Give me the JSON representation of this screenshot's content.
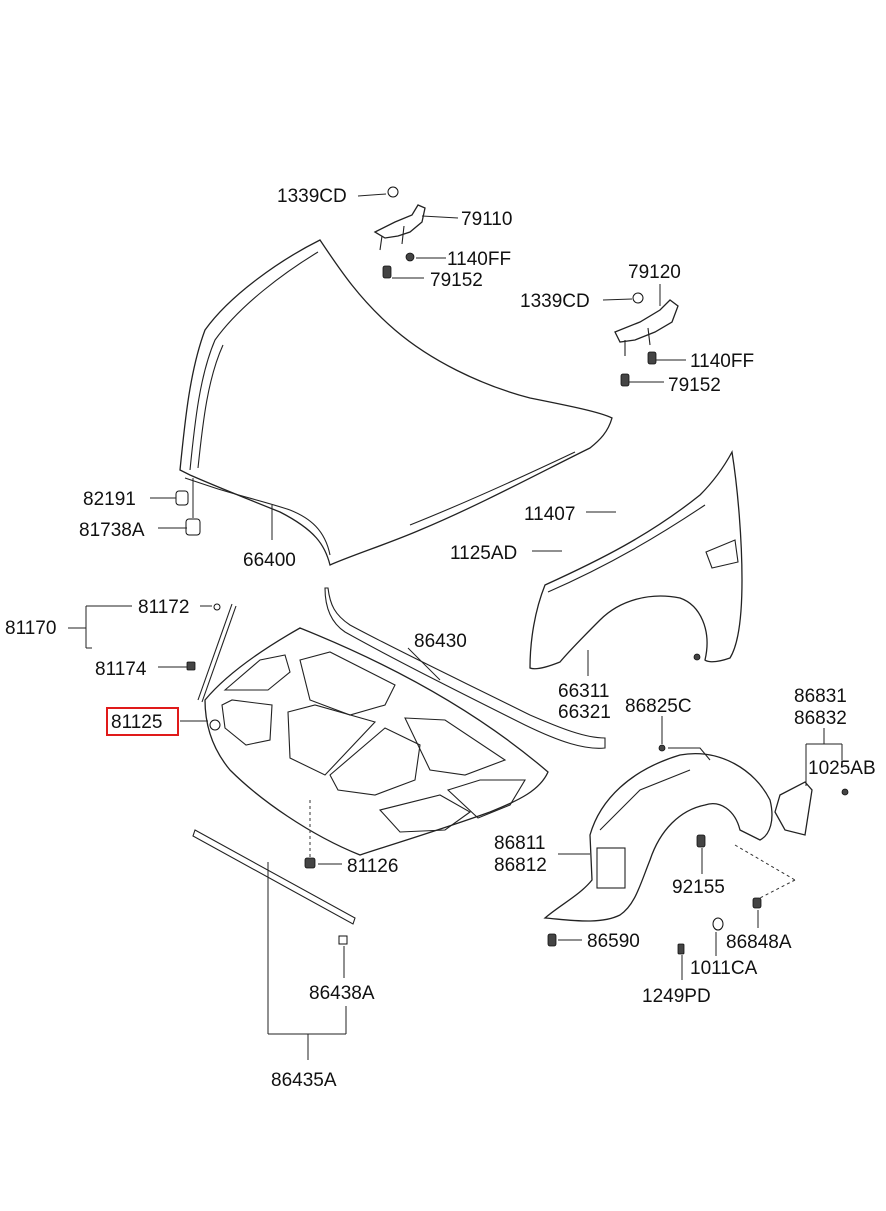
{
  "highlight_color": "#e01a1a",
  "labels": {
    "l_1339CD_a": "1339CD",
    "l_79110": "79110",
    "l_1140FF_a": "1140FF",
    "l_79152_a": "79152",
    "l_79120": "79120",
    "l_1339CD_b": "1339CD",
    "l_1140FF_b": "1140FF",
    "l_79152_b": "79152",
    "l_82191": "82191",
    "l_81738A": "81738A",
    "l_66400": "66400",
    "l_11407": "11407",
    "l_1125AD": "1125AD",
    "l_81172": "81172",
    "l_81170": "81170",
    "l_81174": "81174",
    "l_86430": "86430",
    "l_66311": "66311",
    "l_66321": "66321",
    "l_81125": "81125",
    "l_86825C": "86825C",
    "l_86831": "86831",
    "l_86832": "86832",
    "l_1025AB": "1025AB",
    "l_86811": "86811",
    "l_86812": "86812",
    "l_81126": "81126",
    "l_92155": "92155",
    "l_86590": "86590",
    "l_86848A": "86848A",
    "l_1011CA": "1011CA",
    "l_1249PD": "1249PD",
    "l_86438A": "86438A",
    "l_86435A": "86435A"
  }
}
